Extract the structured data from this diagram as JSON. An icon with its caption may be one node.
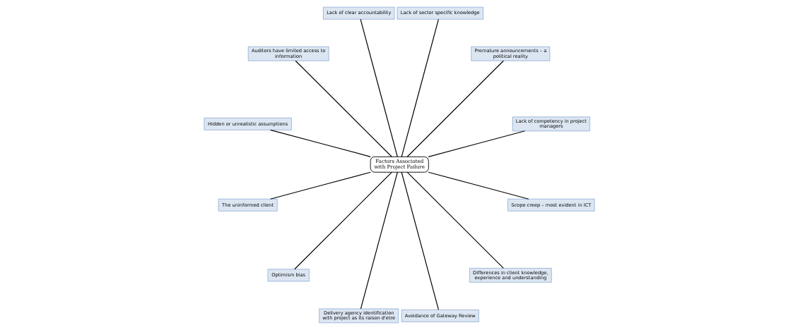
{
  "diagram": {
    "nodes": [
      {
        "text": [
          "Factors Associated with Project Failure"
        ]
      },
      {
        "text": [
          "Lack of competency in project managers"
        ]
      },
      {
        "text": [
          "Premature announcements – a political reality"
        ]
      },
      {
        "text": [
          "Lack of sector specific knowledge"
        ]
      },
      {
        "text": [
          "Lack of clear accountability"
        ]
      },
      {
        "text": [
          "Auditors have limited access to information"
        ]
      },
      {
        "text": [
          "Hidden or unrealistic assumptions"
        ]
      },
      {
        "text": [
          "The uninformed client"
        ]
      },
      {
        "text": [
          "Optimism bias"
        ]
      },
      {
        "text": [
          "Delivery agency identification with project as its raison d'etre"
        ]
      },
      {
        "text": [
          "Avoidance of Gateway Review"
        ]
      },
      {
        "text": [
          "Differences in client knowledge, experience and understanding"
        ]
      },
      {
        "text": [
          "Scope creep – most evident in ICT"
        ]
      }
    ],
    "edges": [
      {
        "from": 0,
        "to": 1,
        "arrow": "none"
      },
      {
        "from": 0,
        "to": 2,
        "arrow": "none"
      },
      {
        "from": 0,
        "to": 3,
        "arrow": "none"
      },
      {
        "from": 0,
        "to": 4,
        "arrow": "none"
      },
      {
        "from": 0,
        "to": 5,
        "arrow": "none"
      },
      {
        "from": 0,
        "to": 6,
        "arrow": "none"
      },
      {
        "from": 0,
        "to": 7,
        "arrow": "none"
      },
      {
        "from": 0,
        "to": 8,
        "arrow": "none"
      },
      {
        "from": 0,
        "to": 9,
        "arrow": "none"
      },
      {
        "from": 0,
        "to": 10,
        "arrow": "none"
      },
      {
        "from": 0,
        "to": 11,
        "arrow": "none"
      },
      {
        "from": 0,
        "to": 12,
        "arrow": "none"
      }
    ]
  }
}
